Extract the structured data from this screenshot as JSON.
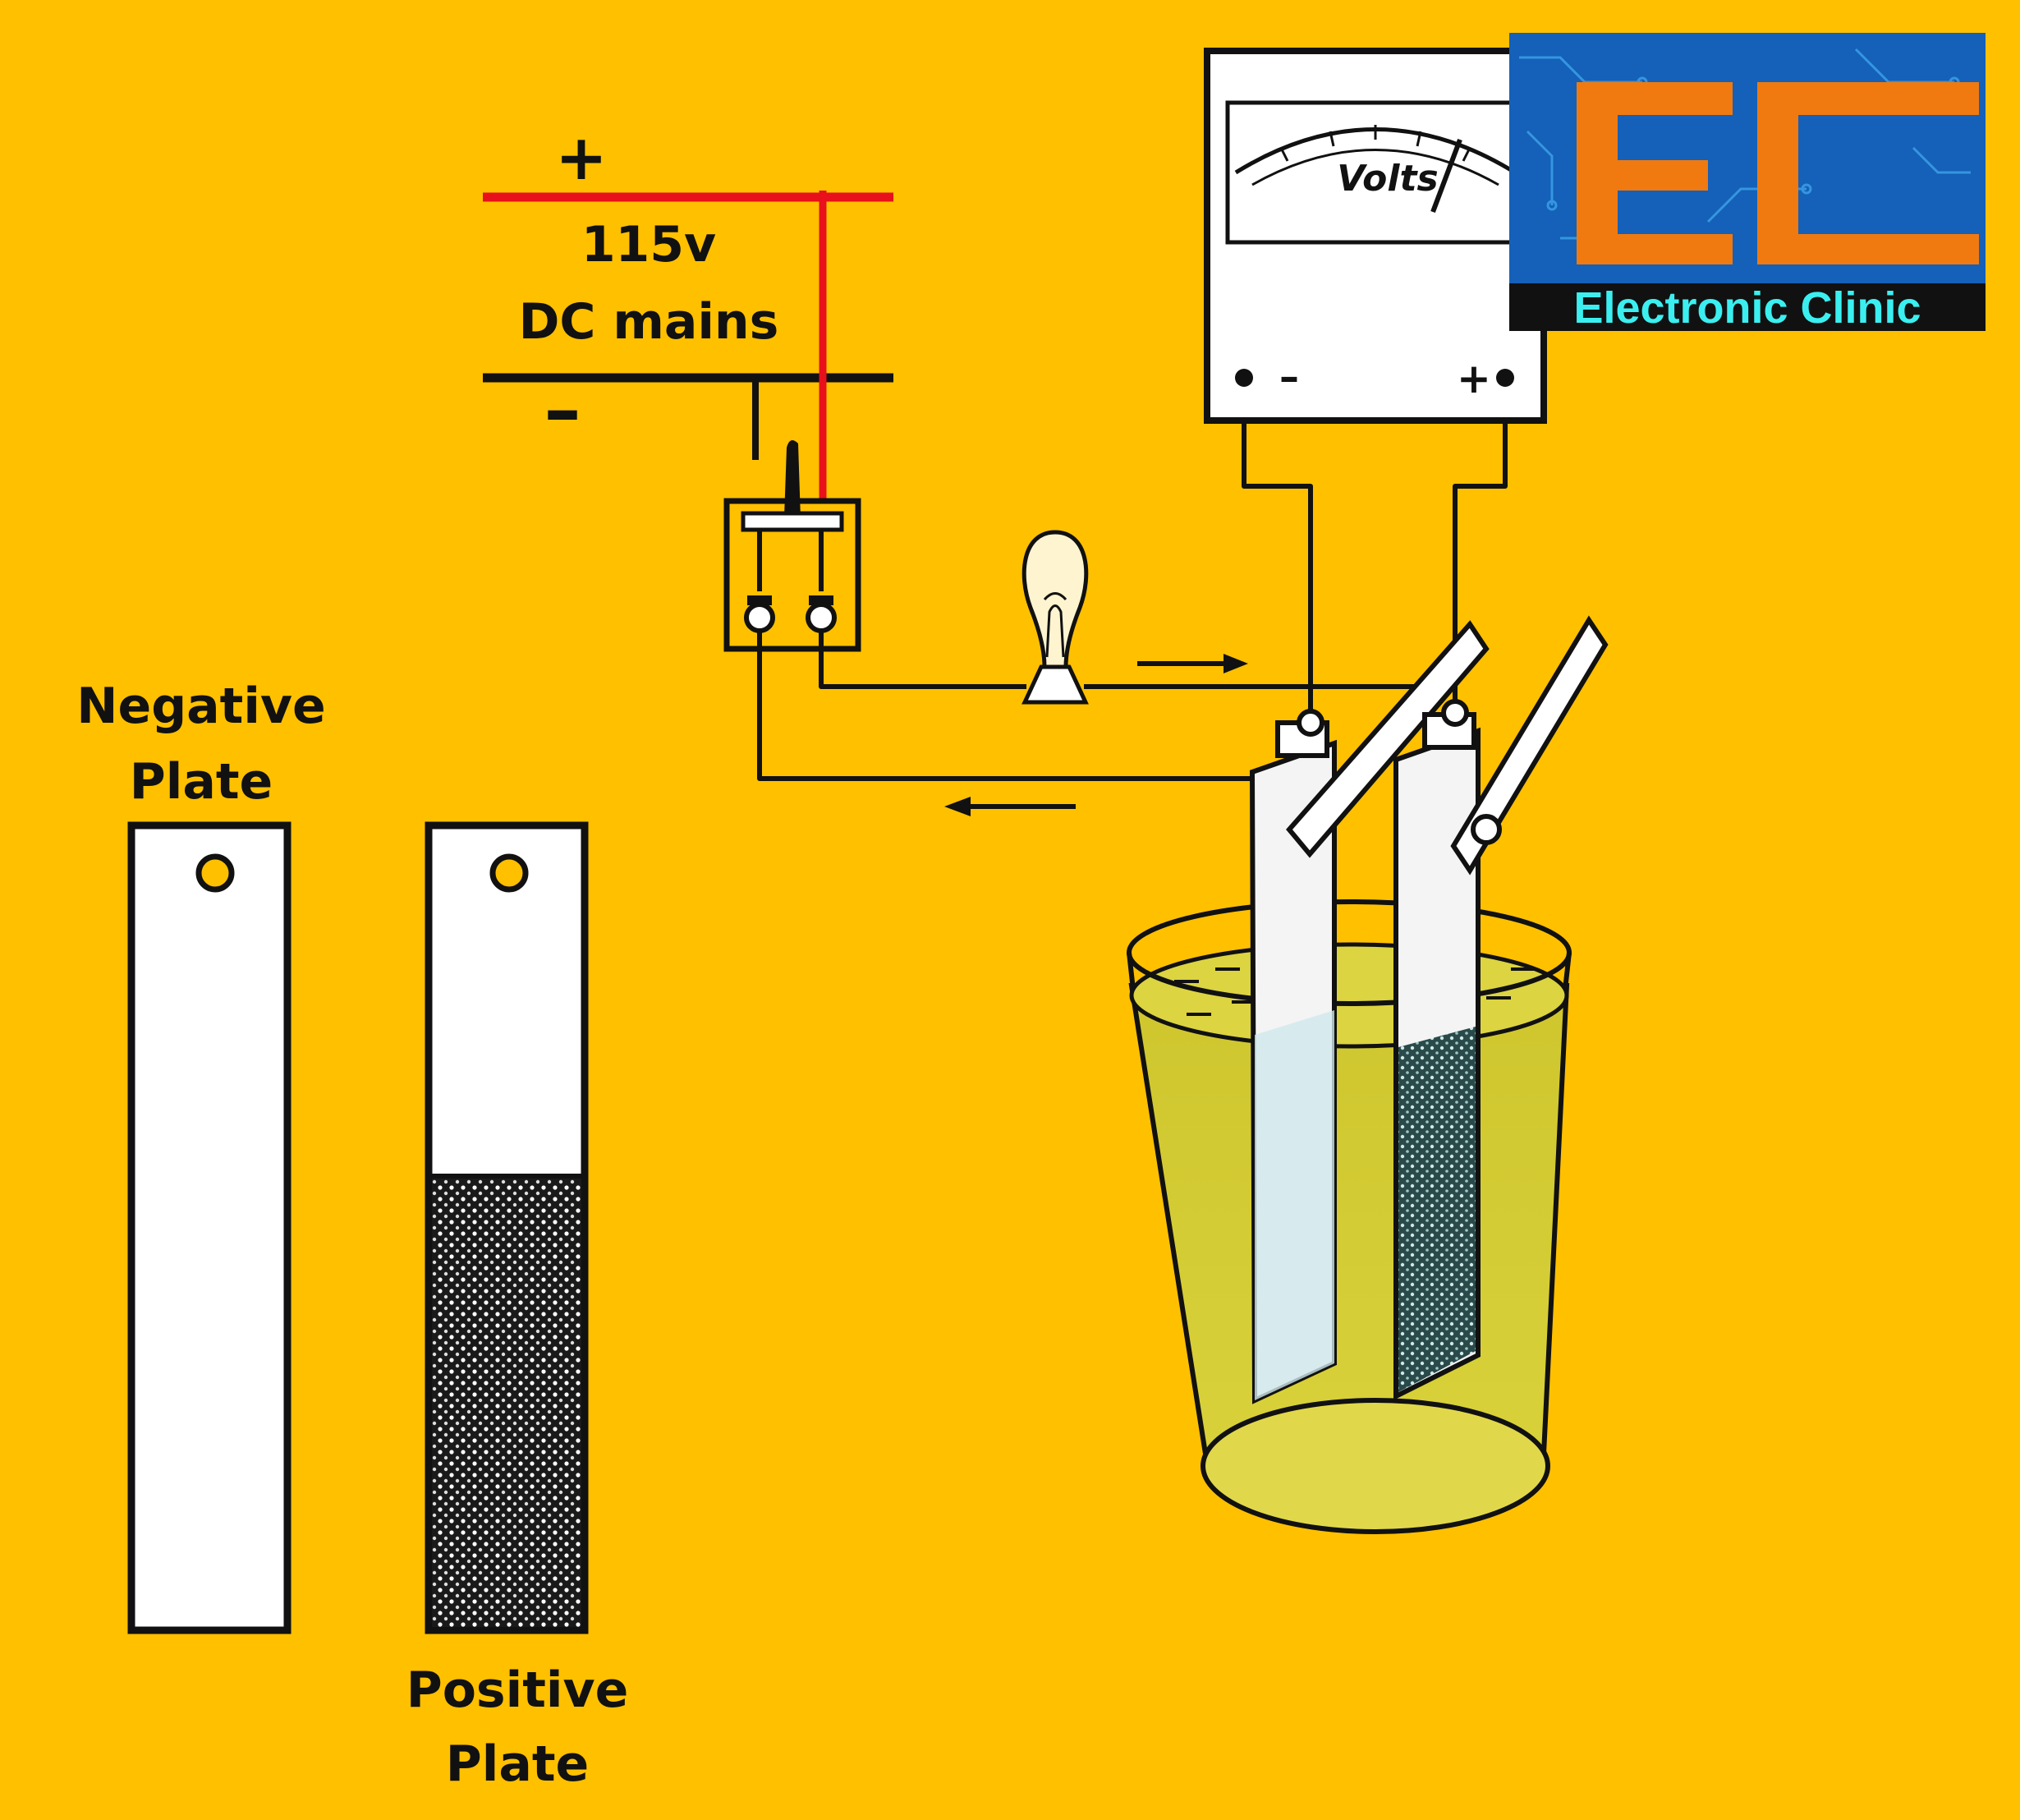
{
  "supply": {
    "plus": "+",
    "minus": "–",
    "voltage": "115v",
    "name": "DC mains"
  },
  "voltmeter": {
    "dial_label": "Volts",
    "neg_terminal": "–",
    "pos_terminal": "+"
  },
  "plates": {
    "negative_line1": "Negative",
    "negative_line2": "Plate",
    "positive_line1": "Positive",
    "positive_line2": "Plate"
  },
  "logo": {
    "monogram": "EC",
    "name": "Electronic Clinic"
  },
  "colors": {
    "background": "#FFC000",
    "positive_wire": "#E8101A",
    "wire": "#111111",
    "electrolyte": "#D4CC2A",
    "logo_blue": "#1560B8",
    "logo_orange": "#F07A10",
    "logo_cyan": "#3BEFF0"
  }
}
